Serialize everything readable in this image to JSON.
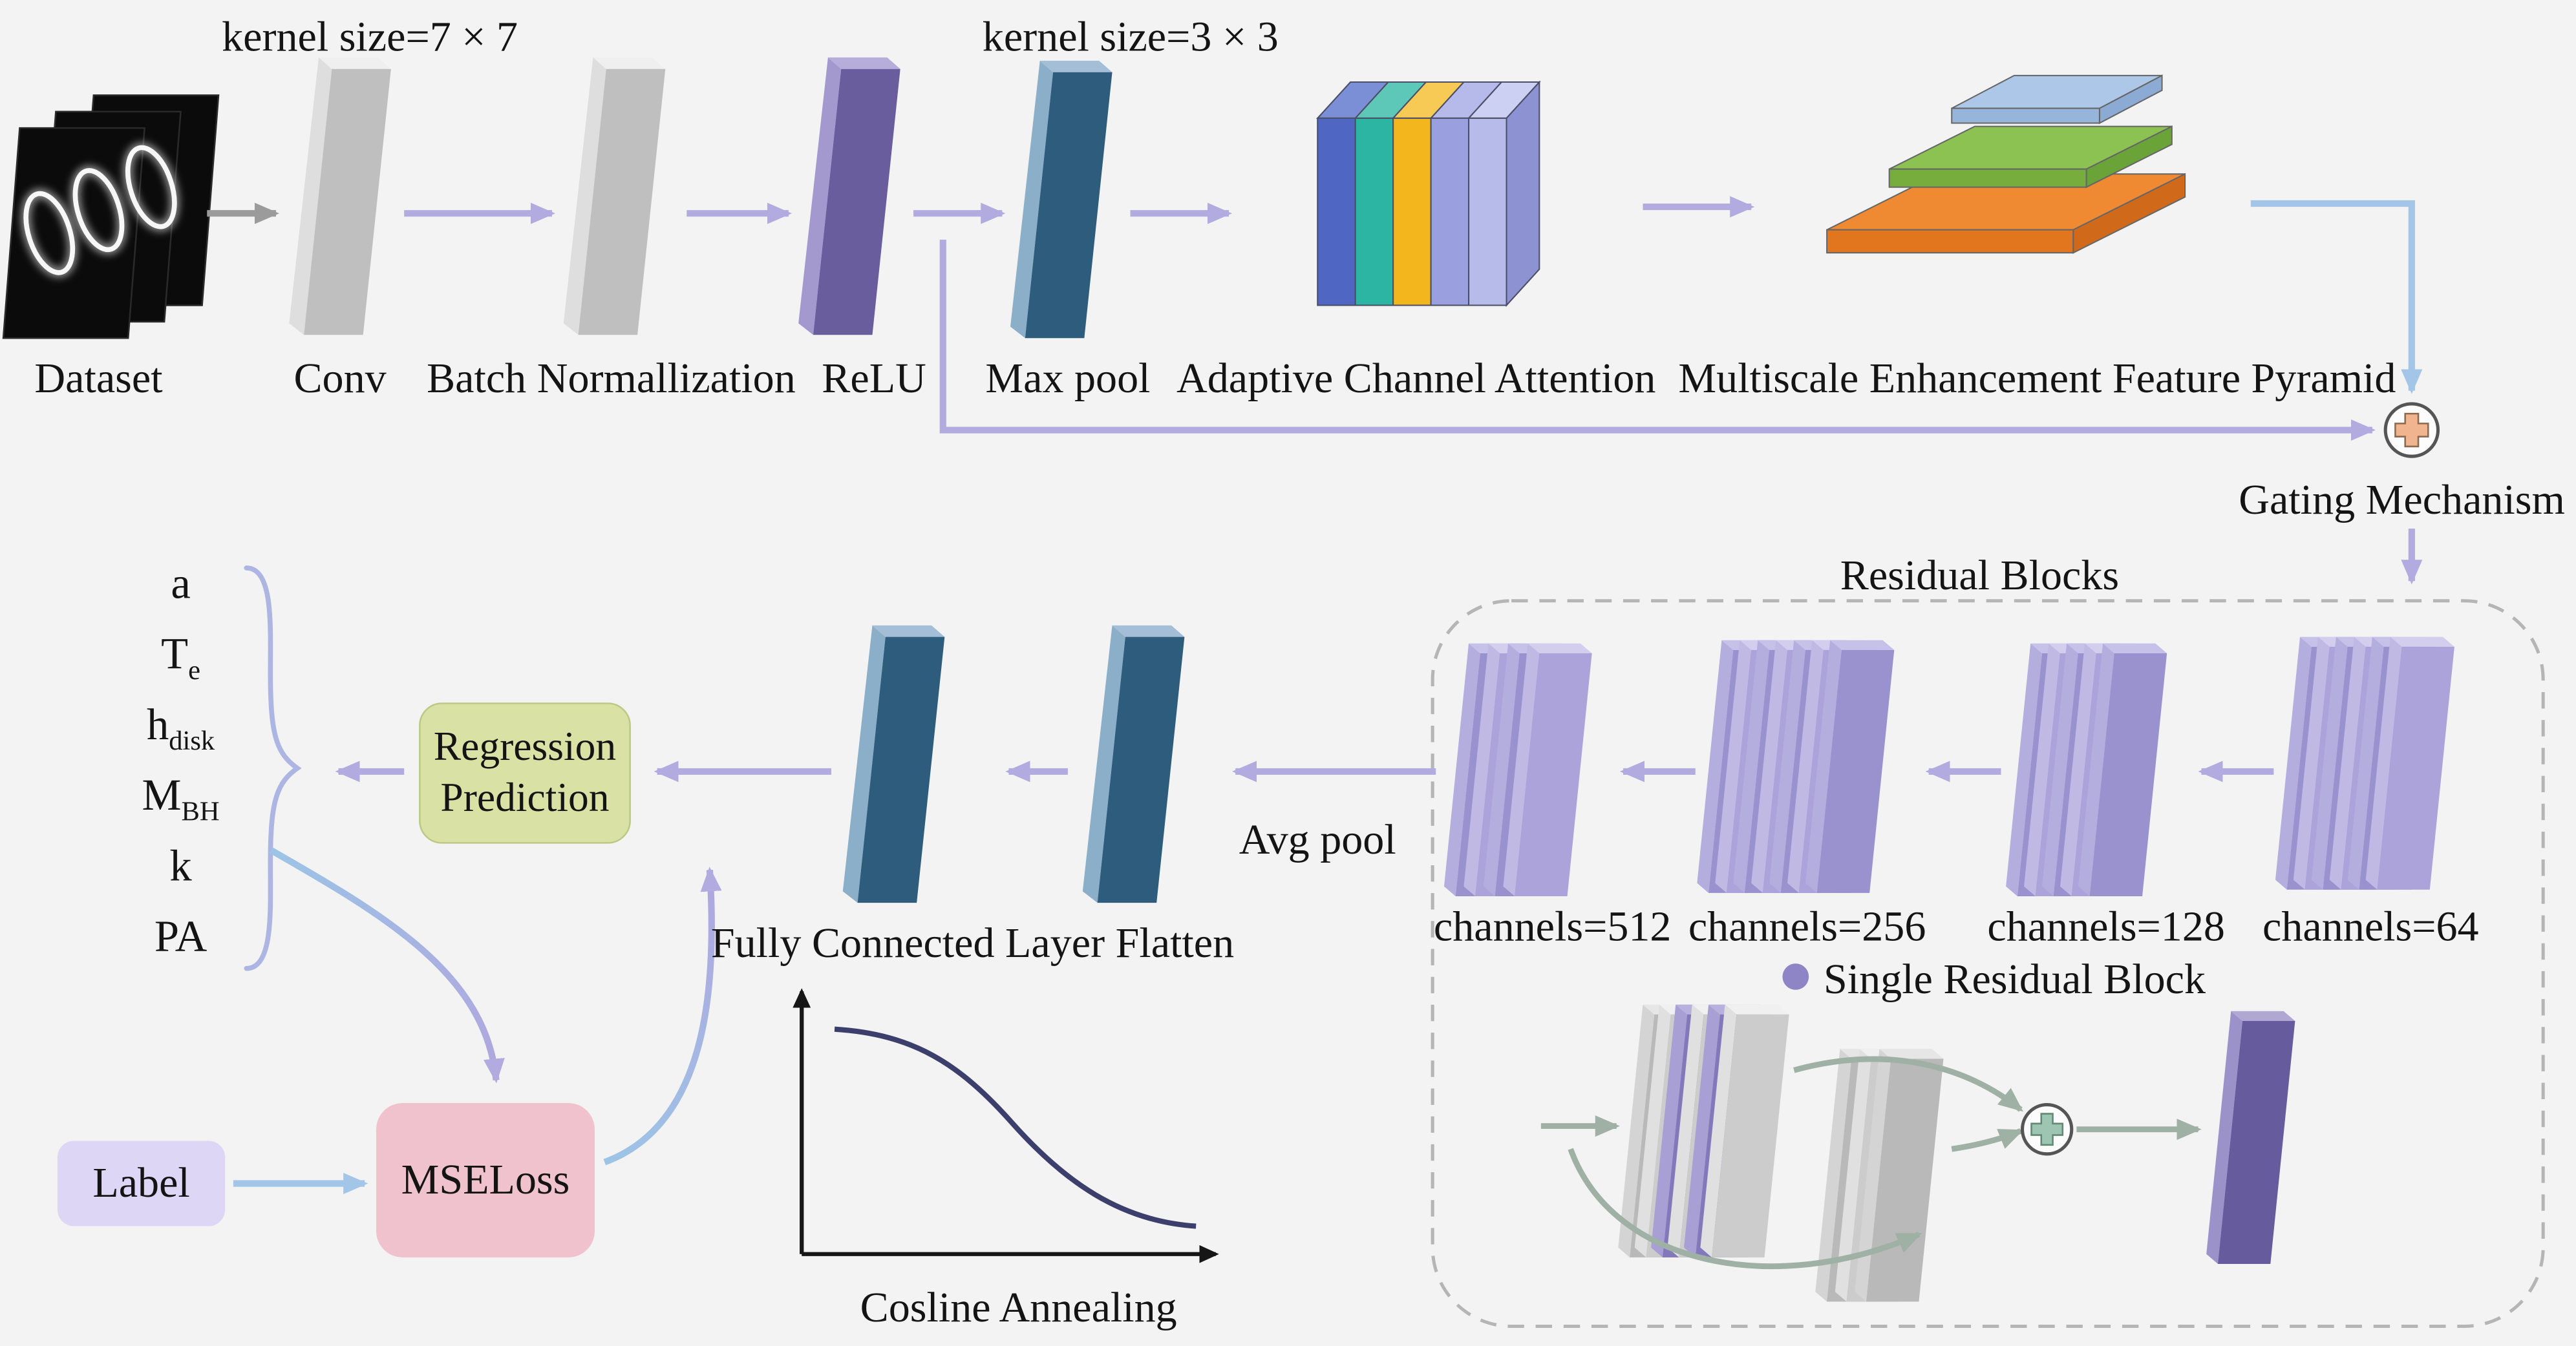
{
  "top": {
    "kernel7": "kernel size=7 × 7",
    "kernel3": "kernel size=3 × 3",
    "dataset": "Dataset",
    "conv": "Conv",
    "batch_norm": "Batch Normallization",
    "relu": "ReLU",
    "maxpool": "Max pool",
    "attention": "Adaptive Channel Attention",
    "pyramid": "Multiscale Enhancement Feature Pyramid",
    "gating": "Gating Mechanism"
  },
  "residual": {
    "title": "Residual Blocks",
    "channels": [
      "channels=512",
      "channels=256",
      "channels=128",
      "channels=64"
    ],
    "single": "Single Residual Block"
  },
  "mid": {
    "avgpool": "Avg pool",
    "fc": "Fully Connected Layer Flatten",
    "regression1": "Regression",
    "regression2": "Prediction",
    "label_box": "Label",
    "mseloss": "MSELoss",
    "cosine": "Cosline Annealing"
  },
  "params": [
    {
      "main": "a",
      "sub": ""
    },
    {
      "main": "T",
      "sub": "e"
    },
    {
      "main": "h",
      "sub": "disk"
    },
    {
      "main": "M",
      "sub": "BH"
    },
    {
      "main": "k",
      "sub": ""
    },
    {
      "main": "PA",
      "sub": ""
    }
  ],
  "colors": {
    "background": "#f3f3f3",
    "arrow_purple": "#b2abdf",
    "arrow_blue": "#a3c6e8",
    "arrow_gray": "#9b9b9b",
    "arrow_green_gray": "#9fb0a5",
    "plate_gray": "#bfbfbf",
    "plate_purple": "#695d9e",
    "plate_teal": "#2d5c7c",
    "residual_purple": "#9a92cf",
    "box_green": "#d9e2a4",
    "box_pink": "#f0c2ce",
    "box_lavender": "#ddd7f5",
    "pyramid_orange": "#e2761e",
    "pyramid_green": "#77ad3d",
    "pyramid_blue": "#97b5da",
    "attention_stripes": [
      "#4f67c2",
      "#2db5a3",
      "#f3b71d",
      "#9aa0df",
      "#b7bbe9"
    ]
  }
}
